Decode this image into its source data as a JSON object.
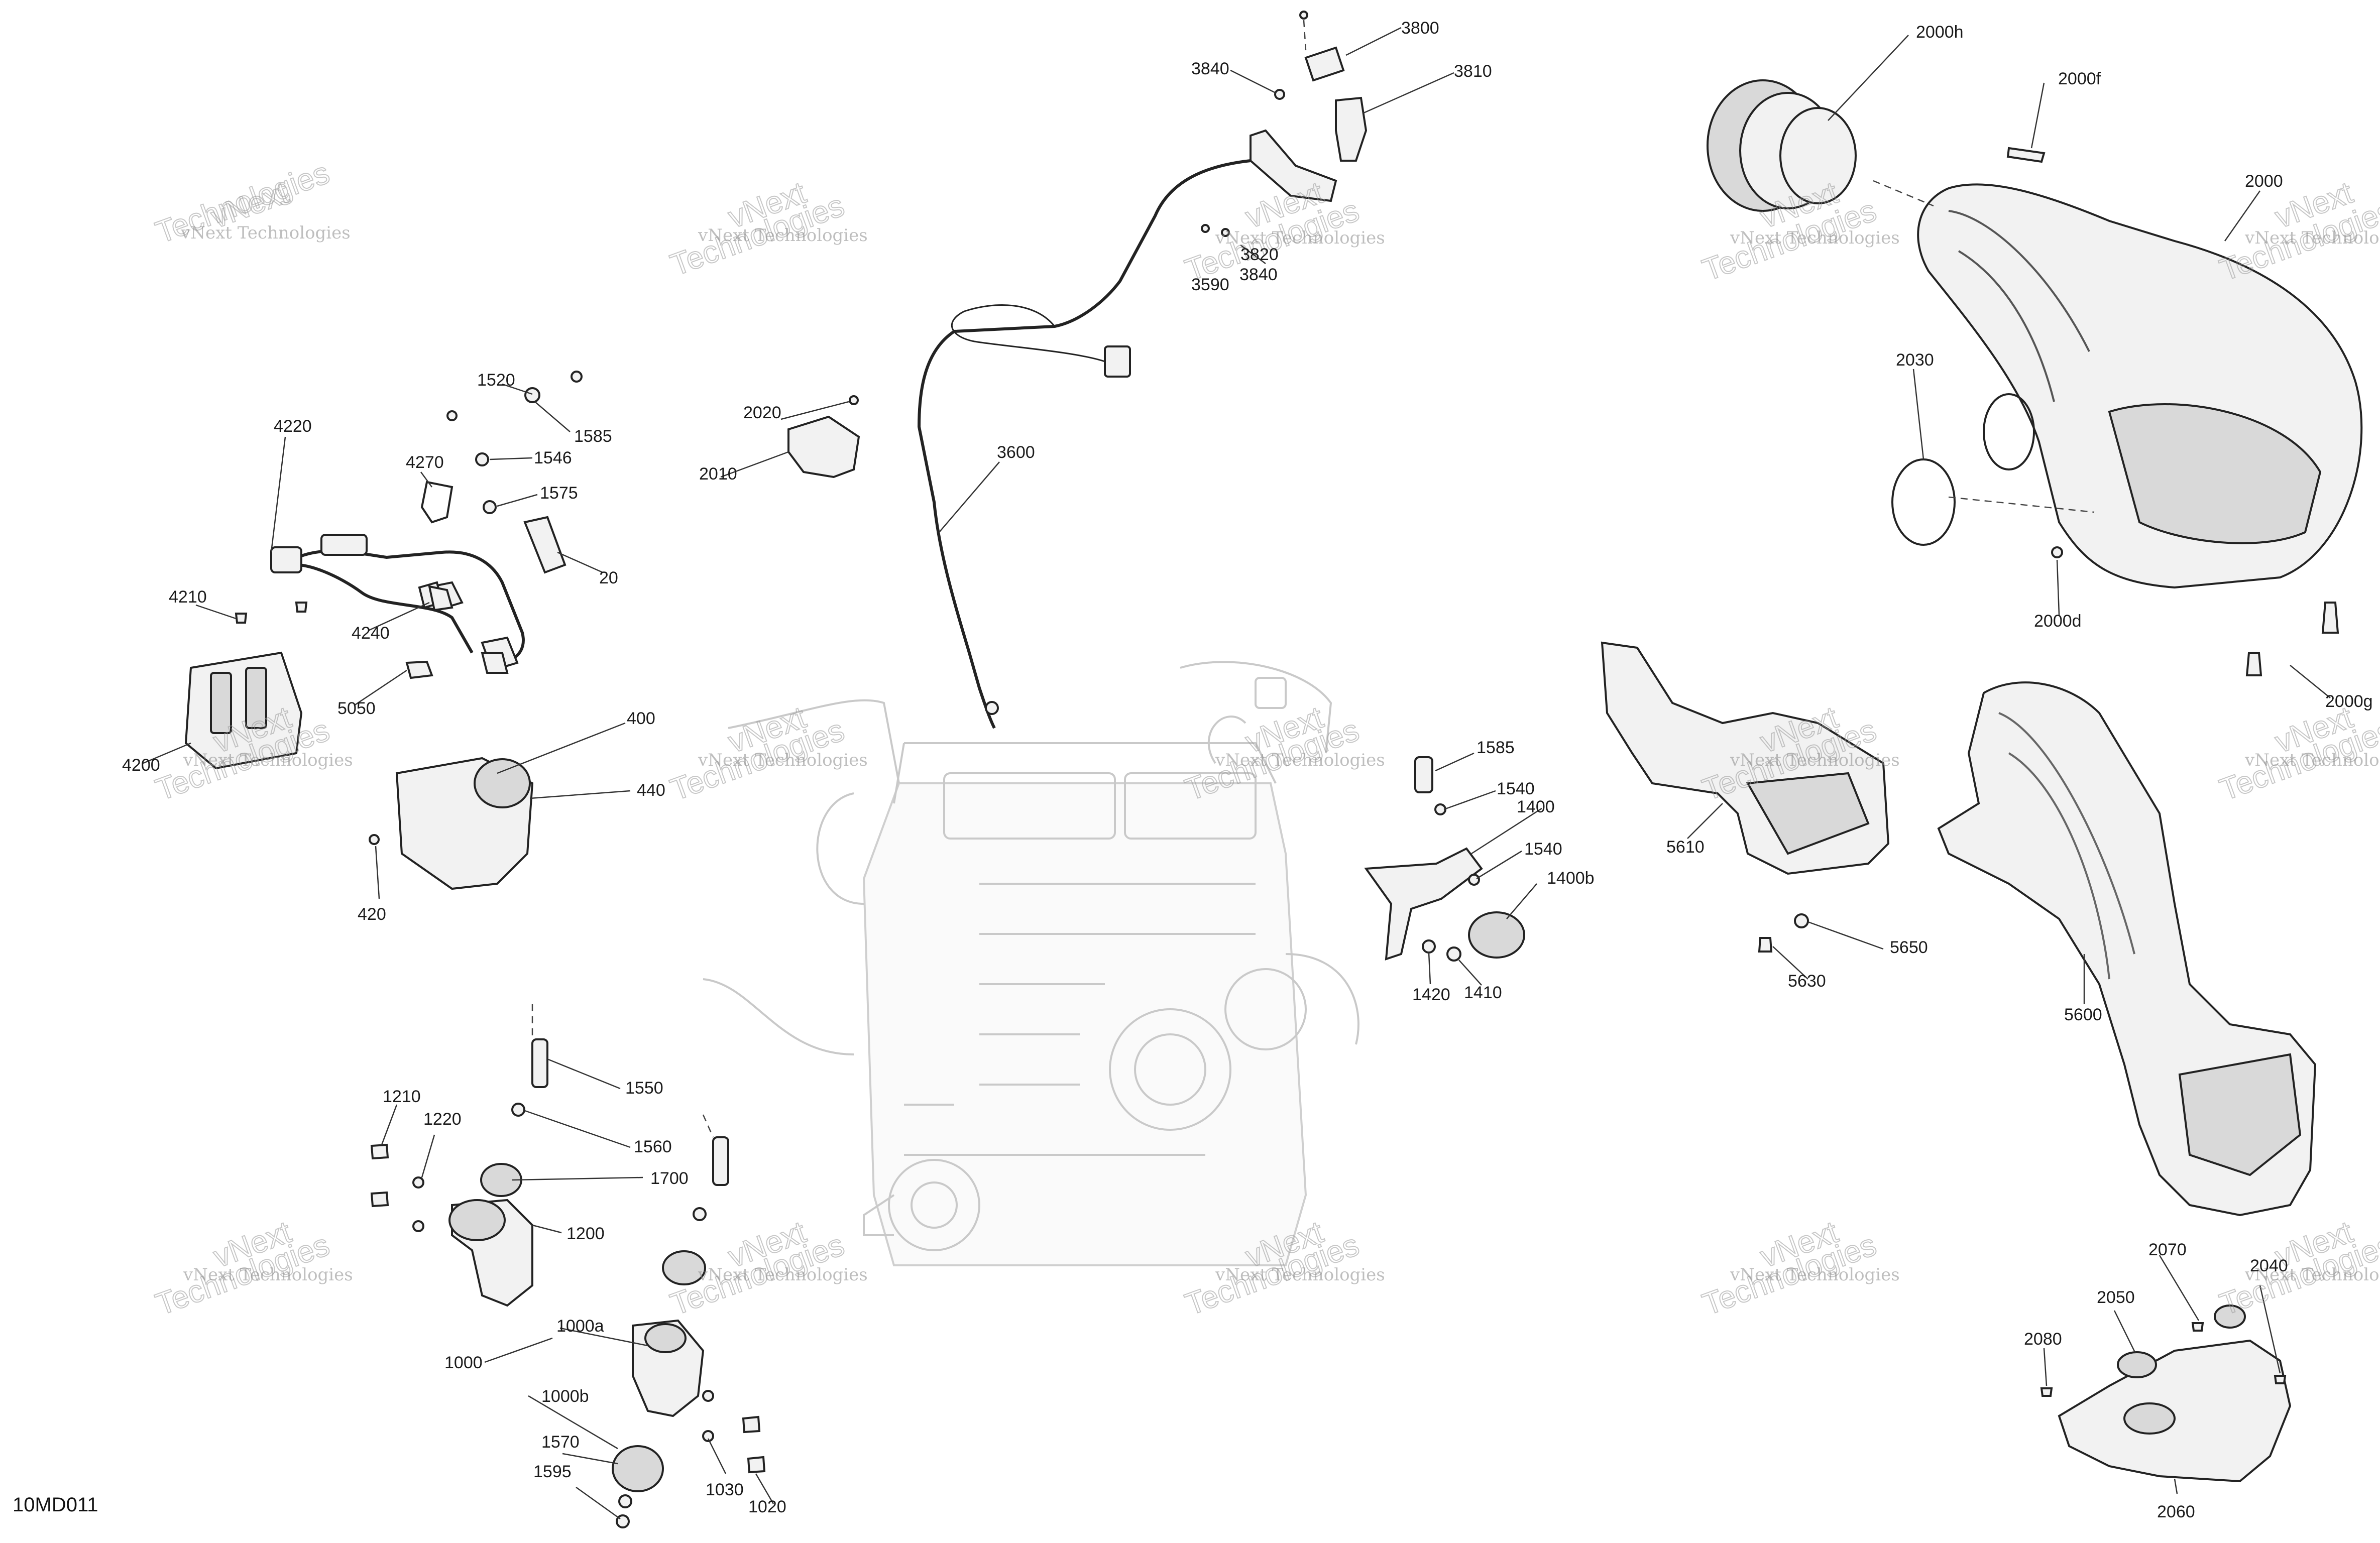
{
  "diagram_code": "10MD011",
  "watermark": {
    "line1": "vNext Technologies",
    "line2": "Technologies",
    "line3": "vNext"
  },
  "callouts": {
    "c3800": "3800",
    "c3810": "3810",
    "c3840a": "3840",
    "c3840b": "3840",
    "c3820": "3820",
    "c3590": "3590",
    "c3600": "3600",
    "c2000h": "2000h",
    "c2000f": "2000f",
    "c2000": "2000",
    "c2030": "2030",
    "c2000d": "2000d",
    "c2000g": "2000g",
    "c4220": "4220",
    "c4270": "4270",
    "c4210": "4210",
    "c4240": "4240",
    "c4200": "4200",
    "c5050": "5050",
    "c1520": "1520",
    "c1585a": "1585",
    "c1546": "1546",
    "c1575": "1575",
    "c20": "20",
    "c2020": "2020",
    "c2010": "2010",
    "c400": "400",
    "c440": "440",
    "c420": "420",
    "c1585b": "1585",
    "c1540a": "1540",
    "c1400": "1400",
    "c1540b": "1540",
    "c1400b": "1400b",
    "c1420": "1420",
    "c1410": "1410",
    "c5610": "5610",
    "c5650": "5650",
    "c5630": "5630",
    "c5600": "5600",
    "c1550": "1550",
    "c1210": "1210",
    "c1220": "1220",
    "c1560": "1560",
    "c1700": "1700",
    "c1200": "1200",
    "c1000a": "1000a",
    "c1000": "1000",
    "c1000b": "1000b",
    "c1570": "1570",
    "c1595": "1595",
    "c1030": "1030",
    "c1020": "1020",
    "c2070": "2070",
    "c2050": "2050",
    "c2080": "2080",
    "c2060": "2060",
    "c2040": "2040"
  }
}
